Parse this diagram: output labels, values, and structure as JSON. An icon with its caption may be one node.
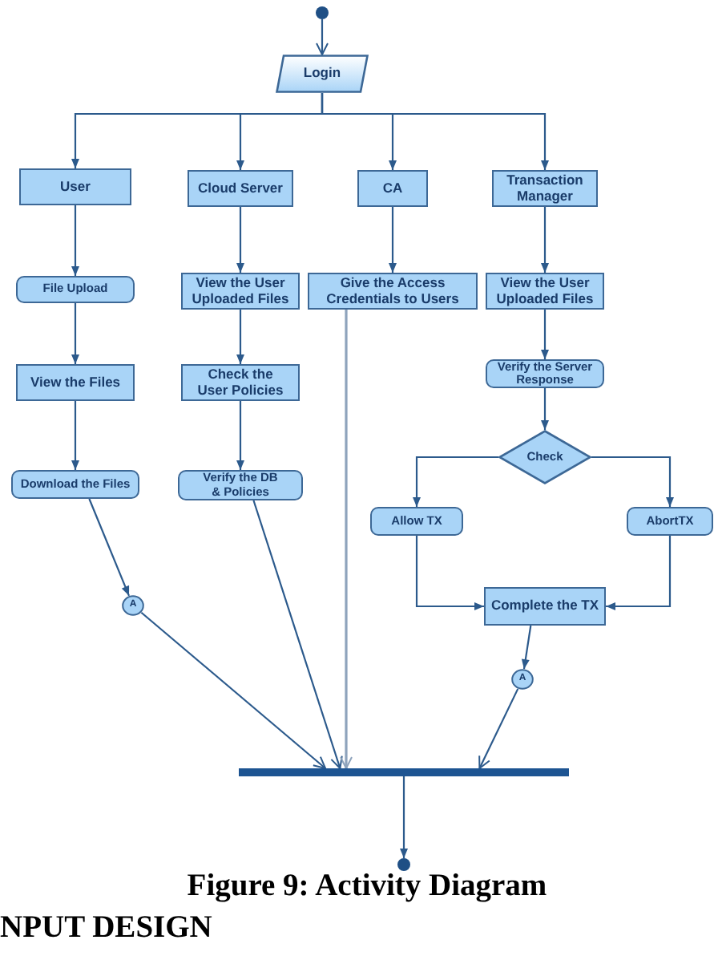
{
  "diagram": {
    "caption": "Figure 9: Activity Diagram",
    "nodes": [
      {
        "text": [],
        "shape": "circle"
      },
      {
        "text": [
          "Login"
        ]
      },
      {
        "text": [
          "User"
        ]
      },
      {
        "text": [
          "Cloud Server"
        ]
      },
      {
        "text": [
          "CA"
        ]
      },
      {
        "text": [
          "Transaction Manager"
        ]
      },
      {
        "text": [
          "File Upload"
        ]
      },
      {
        "text": [
          "View the User Uploaded Files"
        ]
      },
      {
        "text": [
          "Give the Access Credentials to Users"
        ]
      },
      {
        "text": [
          "View the User Uploaded Files"
        ]
      },
      {
        "text": [
          "View the Files"
        ]
      },
      {
        "text": [
          "Check the User Policies"
        ]
      },
      {
        "text": [
          "Verify the Server Response"
        ]
      },
      {
        "text": [
          "Check"
        ]
      },
      {
        "text": [
          "Download the Files"
        ]
      },
      {
        "text": [
          "Verify the DB & Policies"
        ]
      },
      {
        "text": [
          "Allow TX"
        ]
      },
      {
        "text": [
          "AbortTX"
        ]
      },
      {
        "text": [
          "Complete the TX"
        ]
      },
      {
        "text": [
          "A"
        ]
      },
      {
        "text": [
          "A"
        ]
      },
      {
        "text": [],
        "shape": "bar"
      },
      {
        "text": [],
        "shape": "circle"
      }
    ],
    "edges": [
      {
        "from": 0,
        "to": 1,
        "arrow": "to"
      },
      {
        "from": 1,
        "to": 2,
        "arrow": "to"
      },
      {
        "from": 1,
        "to": 3,
        "arrow": "to"
      },
      {
        "from": 1,
        "to": 4,
        "arrow": "to"
      },
      {
        "from": 1,
        "to": 5,
        "arrow": "to"
      },
      {
        "from": 2,
        "to": 6,
        "arrow": "to"
      },
      {
        "from": 6,
        "to": 10,
        "arrow": "to"
      },
      {
        "from": 10,
        "to": 14,
        "arrow": "to"
      },
      {
        "from": 3,
        "to": 7,
        "arrow": "to"
      },
      {
        "from": 7,
        "to": 11,
        "arrow": "to"
      },
      {
        "from": 11,
        "to": 15,
        "arrow": "to"
      },
      {
        "from": 4,
        "to": 8,
        "arrow": "to"
      },
      {
        "from": 5,
        "to": 9,
        "arrow": "to"
      },
      {
        "from": 9,
        "to": 12,
        "arrow": "to"
      },
      {
        "from": 12,
        "to": 13,
        "arrow": "to"
      },
      {
        "from": 13,
        "to": 16,
        "arrow": "to"
      },
      {
        "from": 13,
        "to": 17,
        "arrow": "to"
      },
      {
        "from": 16,
        "to": 18,
        "arrow": "to"
      },
      {
        "from": 17,
        "to": 18,
        "arrow": "to"
      },
      {
        "from": 14,
        "to": 19,
        "arrow": "to"
      },
      {
        "from": 19,
        "to": 21,
        "arrow": "to"
      },
      {
        "from": 15,
        "to": 21,
        "arrow": "to"
      },
      {
        "from": 8,
        "to": 21,
        "arrow": "to",
        "color": "#8ea3bc"
      },
      {
        "from": 18,
        "to": 20,
        "arrow": "to"
      },
      {
        "from": 20,
        "to": 21,
        "arrow": "to"
      },
      {
        "from": 21,
        "to": 22,
        "arrow": "to"
      }
    ],
    "labels": [
      "NPUT DESIGN"
    ]
  }
}
